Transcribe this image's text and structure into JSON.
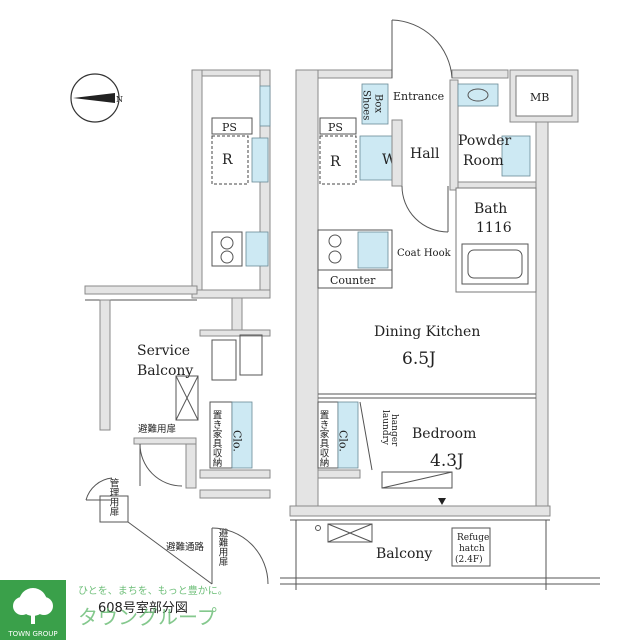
{
  "rooms": {
    "entrance": "Entrance",
    "mb": "MB",
    "shoes_box_1": "Shoes",
    "shoes_box_2": "Box",
    "hall": "Hall",
    "powder_room_1": "Powder",
    "powder_room_2": "Room",
    "bath_1": "Bath",
    "bath_2": "1116",
    "coat_hook": "Coat Hook",
    "counter": "Counter",
    "dining_kitchen_1": "Dining Kitchen",
    "dining_kitchen_2": "6.5J",
    "bedroom_1": "Bedroom",
    "bedroom_2": "4.3J",
    "laundry_1": "laundry",
    "laundry_2": "hanger",
    "balcony": "Balcony",
    "refuge_1": "Refuge",
    "refuge_2": "hatch",
    "refuge_3": "(2.4F)",
    "service_balcony_1": "Service",
    "service_balcony_2": "Balcony",
    "ps_left": "PS",
    "ps_right": "PS",
    "r_left": "R",
    "r_right": "R",
    "w": "W",
    "clo_left": "Clo.",
    "clo_right": "Clo."
  },
  "japanese": {
    "furniture_storage_left": "置き家具収納",
    "furniture_storage_right": "置き家具収納",
    "evacuation_door": "避難用扉",
    "management_door": "管理用扉",
    "evacuation_passage": "避難通路",
    "evacuation_passage_vertical": "避難用扉",
    "unit_label": "608号室部分図"
  },
  "compass": {
    "north_label": "N"
  },
  "logo": {
    "tagline": "ひとを、まちを、もっと豊かに。",
    "name": "タウングループ",
    "sub": "TOWN GROUP"
  },
  "colors": {
    "fixture_aqua": "#cde9f3",
    "logo_green": "#3aa04a"
  }
}
